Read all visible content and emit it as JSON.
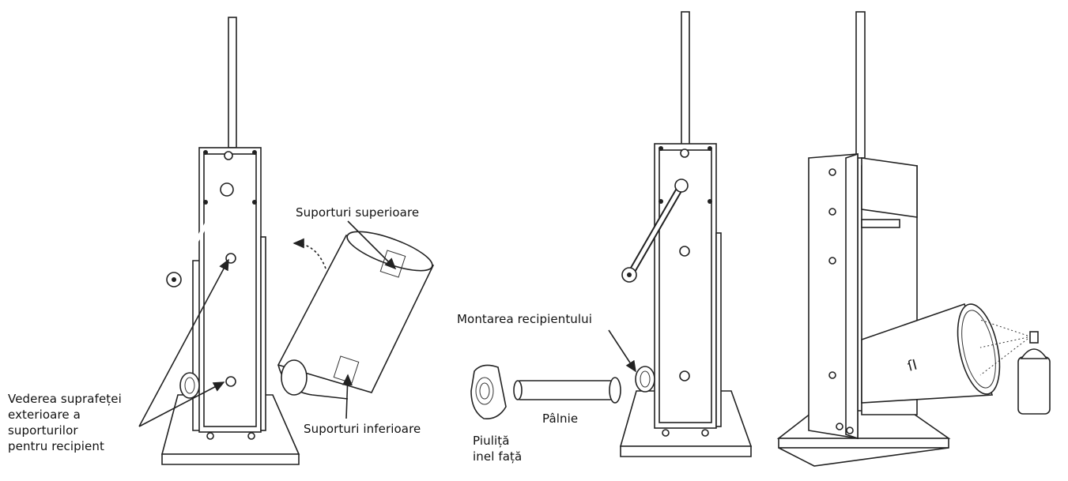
{
  "labels": {
    "upper_supports": "Suporturi superioare",
    "lower_supports": "Suporturi inferioare",
    "outer_view": [
      "Vederea suprafeței",
      "exterioare a",
      "suporturilor",
      "pentru recipient"
    ],
    "cylinder_mounting": "Montarea recipientului",
    "funnel": "Pâlnie",
    "front_nut": [
      "Piuliță",
      "inel față"
    ]
  },
  "colors": {
    "line": "#222222",
    "background": "#ffffff"
  }
}
